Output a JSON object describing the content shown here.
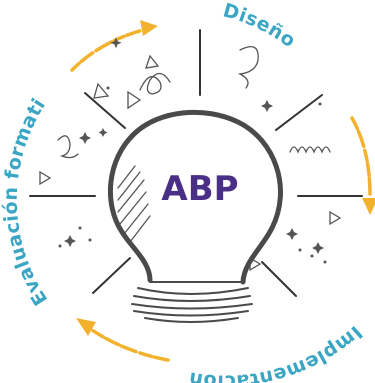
{
  "center_label": "ABP",
  "cycle_labels": [
    {
      "key": "design",
      "text": "Diseño"
    },
    {
      "key": "implementation",
      "text": "Implementación"
    },
    {
      "key": "evaluation",
      "text": "Evaluación formativa"
    }
  ],
  "colors": {
    "bulb_outline": "#4a4a4a",
    "center_text": "#4a2f86",
    "cycle_text": "#3aa6c4",
    "arrows": "#f3b22e",
    "doodles": "#555555"
  }
}
